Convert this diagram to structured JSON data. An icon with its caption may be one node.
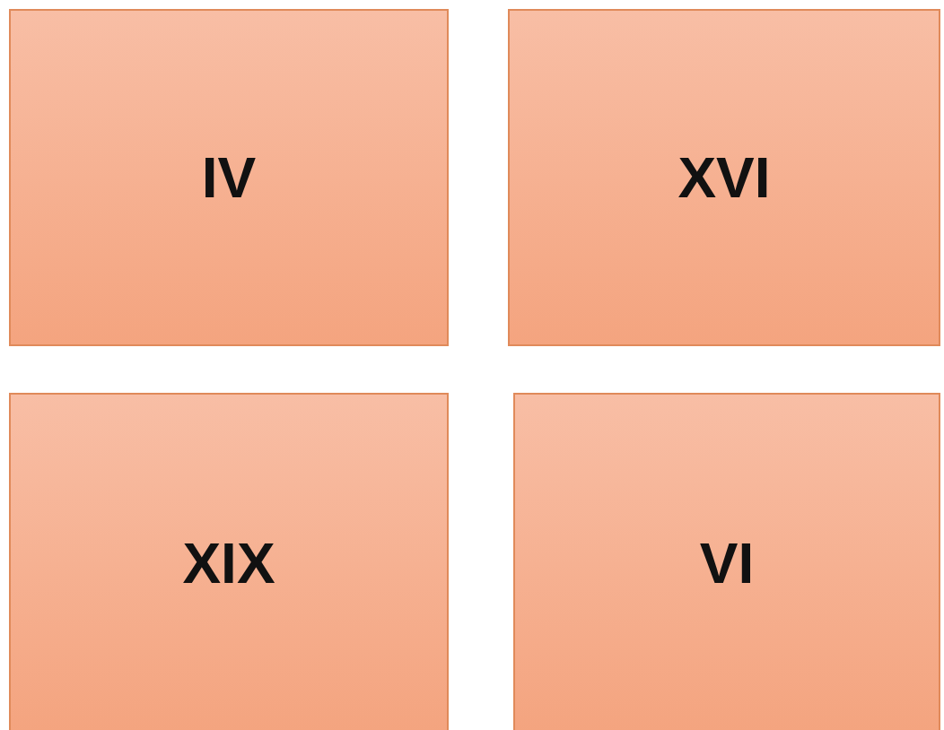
{
  "diagram": {
    "nodes": [
      {
        "text": [
          "IV"
        ]
      },
      {
        "text": [
          "XVI"
        ]
      },
      {
        "text": [
          "XIX"
        ]
      },
      {
        "text": [
          "VI"
        ]
      }
    ]
  }
}
